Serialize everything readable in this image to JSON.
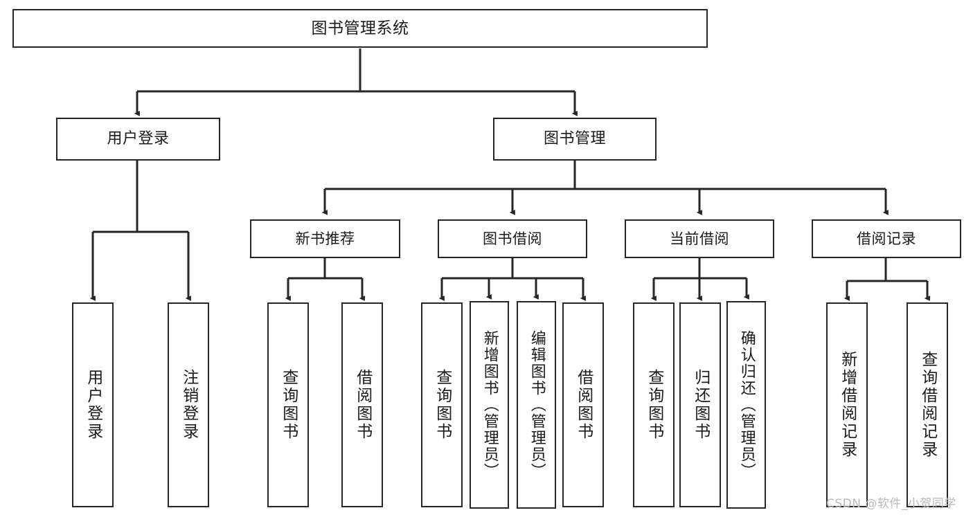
{
  "diagram": {
    "title": "图书管理系统",
    "type": "hierarchy-tree",
    "watermark": "CSDN @软件_小贺同学",
    "colors": {
      "background": "#ffffff",
      "box_border": "#262626",
      "box_fill": "#ffffff",
      "text": "#1a1a1a",
      "connector": "#262626",
      "watermark": "#b9b9b9"
    },
    "levels": {
      "root": {
        "label": "图书管理系统"
      },
      "level2": [
        {
          "id": "user-login",
          "label": "用户登录"
        },
        {
          "id": "book-management",
          "label": "图书管理"
        }
      ],
      "level3": [
        {
          "id": "new-book-recommend",
          "label": "新书推荐",
          "parent": "book-management"
        },
        {
          "id": "book-borrow",
          "label": "图书借阅",
          "parent": "book-management"
        },
        {
          "id": "current-borrow",
          "label": "当前借阅",
          "parent": "book-management"
        },
        {
          "id": "borrow-record",
          "label": "借阅记录",
          "parent": "book-management"
        }
      ],
      "leaves": [
        {
          "id": "leaf-user-login",
          "label": "用户登录",
          "parent": "user-login"
        },
        {
          "id": "leaf-logout-login",
          "label": "注销登录",
          "parent": "user-login"
        },
        {
          "id": "leaf-query-book-rec",
          "label": "查询图书",
          "parent": "new-book-recommend"
        },
        {
          "id": "leaf-borrow-book-rec",
          "label": "借阅图书",
          "parent": "new-book-recommend"
        },
        {
          "id": "leaf-query-book-borrow",
          "label": "查询图书",
          "parent": "book-borrow"
        },
        {
          "id": "leaf-add-book",
          "label": "新增图书（管理员）",
          "parent": "book-borrow"
        },
        {
          "id": "leaf-edit-book",
          "label": "编辑图书（管理员）",
          "parent": "book-borrow"
        },
        {
          "id": "leaf-borrow-book",
          "label": "借阅图书",
          "parent": "book-borrow"
        },
        {
          "id": "leaf-query-book-current",
          "label": "查询图书",
          "parent": "current-borrow"
        },
        {
          "id": "leaf-return-book",
          "label": "归还图书",
          "parent": "current-borrow"
        },
        {
          "id": "leaf-confirm-return",
          "label": "确认归还（管理员）",
          "parent": "current-borrow"
        },
        {
          "id": "leaf-add-record",
          "label": "新增借阅记录",
          "parent": "borrow-record"
        },
        {
          "id": "leaf-query-record",
          "label": "查询借阅记录",
          "parent": "borrow-record"
        }
      ]
    }
  }
}
